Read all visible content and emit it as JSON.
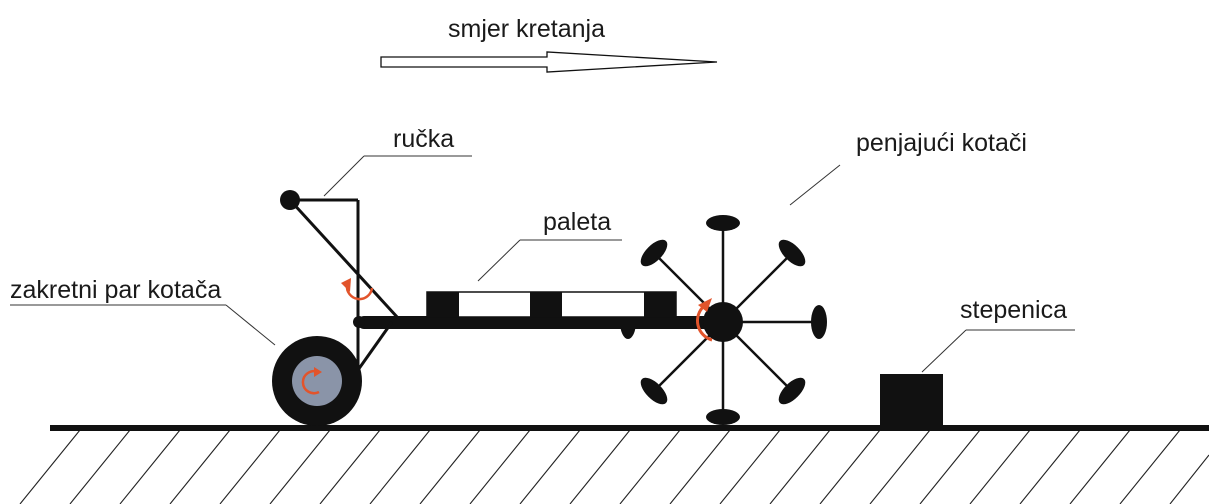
{
  "labels": {
    "direction": "smjer kretanja",
    "handle": "ručka",
    "climbing_wheels": "penjajući kotači",
    "pallet": "paleta",
    "swivel_wheels": "zakretni par kotača",
    "step": "stepenica"
  },
  "colors": {
    "ink": "#111111",
    "wheel_hub": "#8a94a8",
    "rotation_arrow": "#e2542b",
    "background": "#ffffff"
  },
  "icons": {
    "direction_arrow": "arrow-right-outline-icon",
    "rotation": "rotation-arrow-icon"
  }
}
